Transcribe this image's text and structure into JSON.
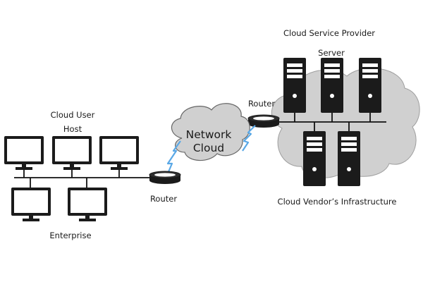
{
  "labels": {
    "cloud_user": "Cloud User",
    "host": "Host",
    "enterprise": "Enterprise",
    "router_left": "Router",
    "network_cloud_line1": "Network",
    "network_cloud_line2": "Cloud",
    "router_right": "Router",
    "cloud_service_provider": "Cloud Service Provider",
    "server": "Server",
    "cloud_vendor_infrastructure": "Cloud Vendor’s Infrastructure"
  },
  "colors": {
    "cloud_fill": "#d0d0d0",
    "device_fill": "#1b1b1b",
    "link_blue": "#5aa8e6",
    "line": "#111111"
  }
}
